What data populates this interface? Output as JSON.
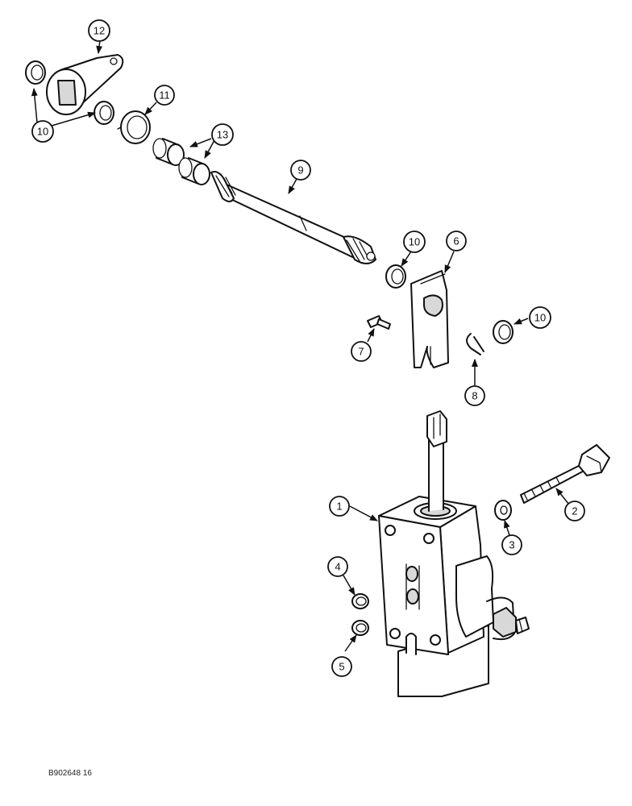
{
  "figure": {
    "reference_code": "B902648 16"
  },
  "callouts": [
    {
      "id": "callout-1",
      "label": "1"
    },
    {
      "id": "callout-2",
      "label": "2"
    },
    {
      "id": "callout-3",
      "label": "3"
    },
    {
      "id": "callout-4",
      "label": "4"
    },
    {
      "id": "callout-5",
      "label": "5"
    },
    {
      "id": "callout-6",
      "label": "6"
    },
    {
      "id": "callout-7",
      "label": "7"
    },
    {
      "id": "callout-8",
      "label": "8"
    },
    {
      "id": "callout-9",
      "label": "9"
    },
    {
      "id": "callout-10a",
      "label": "10"
    },
    {
      "id": "callout-10b",
      "label": "10"
    },
    {
      "id": "callout-10c",
      "label": "10"
    },
    {
      "id": "callout-11",
      "label": "11"
    },
    {
      "id": "callout-12",
      "label": "12"
    },
    {
      "id": "callout-13",
      "label": "13"
    }
  ]
}
